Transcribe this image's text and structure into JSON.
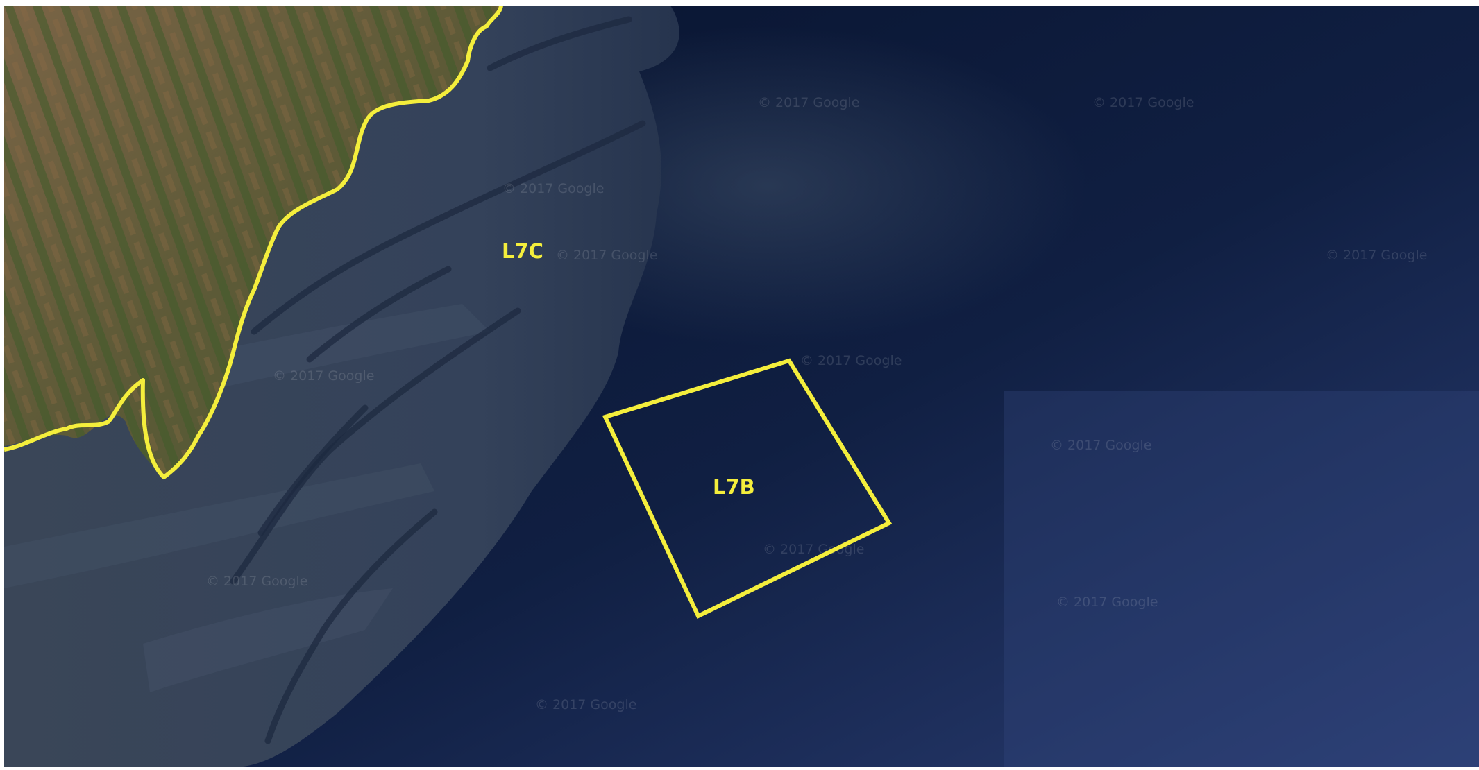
{
  "map": {
    "imagery": "satellite",
    "colors": {
      "boundary": "#f4ee3c",
      "label": "#f4ee3c",
      "deep_sea": "#0b1530",
      "shallow_sea": "#3b4a62",
      "land": "#6a5a3c"
    },
    "blocks": [
      {
        "id": "L7C",
        "label": "L7C"
      },
      {
        "id": "L7B",
        "label": "L7B"
      }
    ],
    "watermarks": [
      "© 2017 Google",
      "© 2017 Google",
      "© 2017 Google",
      "© 2017 Google",
      "© 2017 Google",
      "© 2017 Google",
      "© 2017 Google",
      "© 2017 Google",
      "© 2017 Google",
      "© 2017 Google",
      "© 2017 Google",
      "© 2017 Google"
    ]
  }
}
